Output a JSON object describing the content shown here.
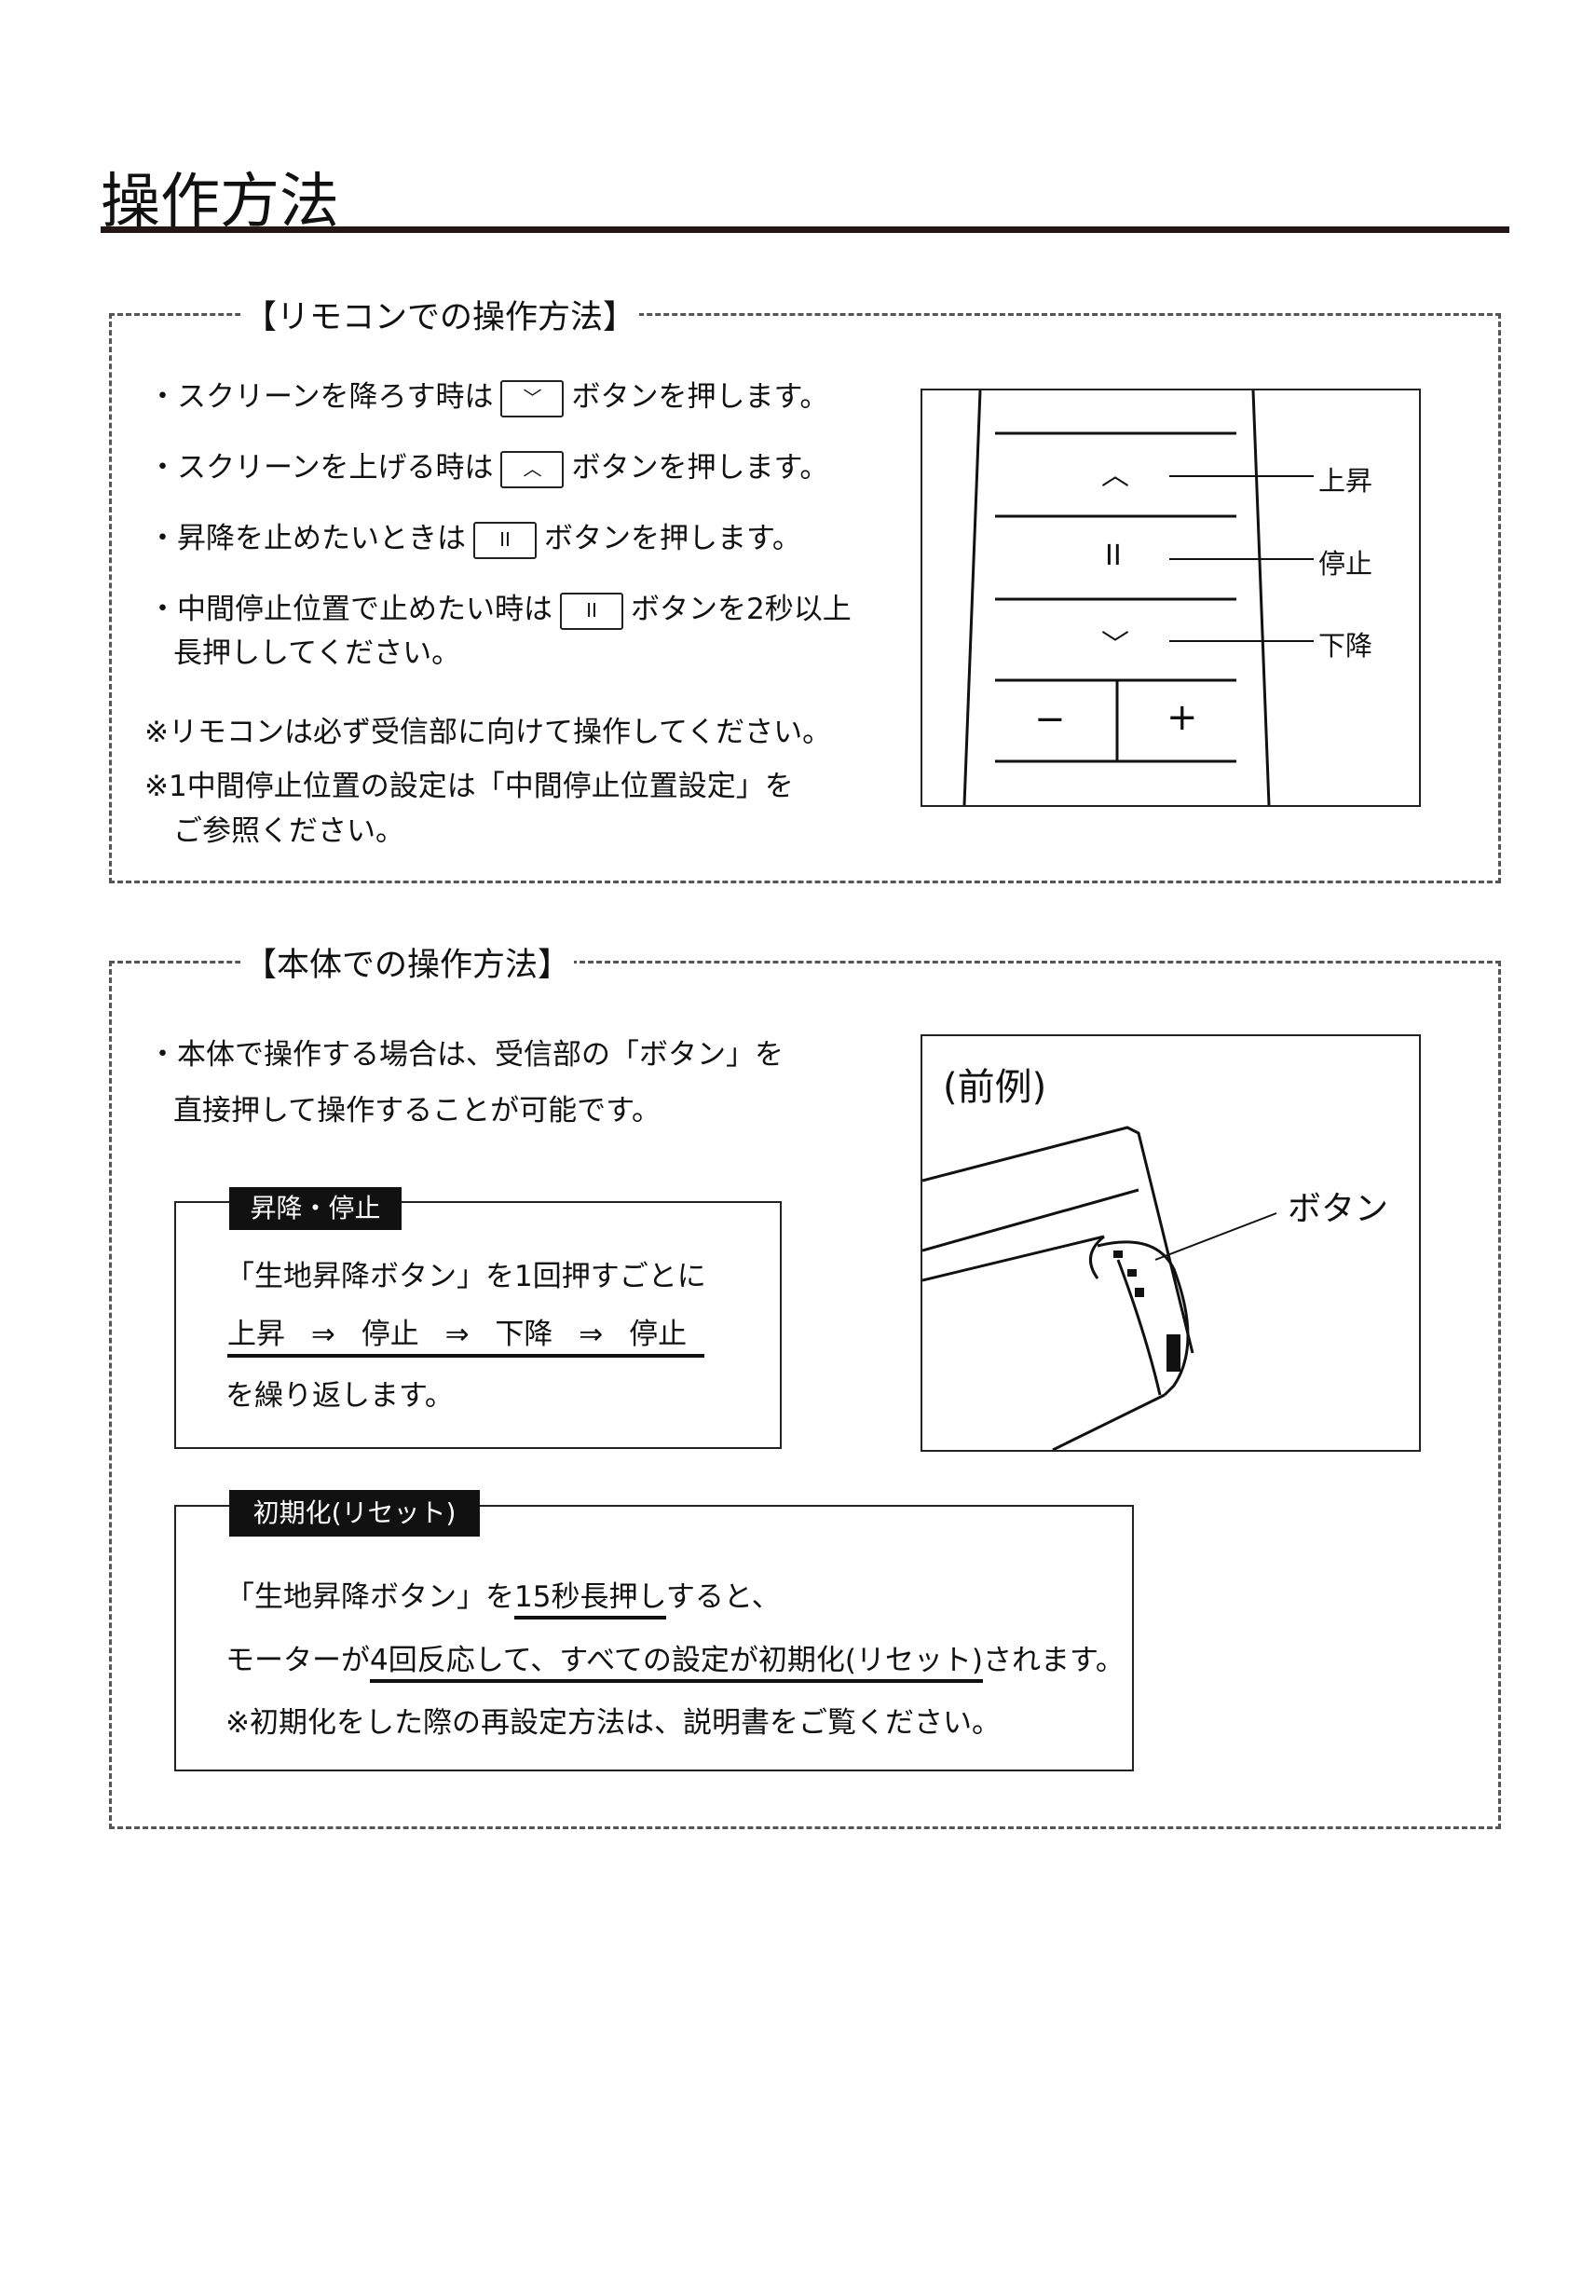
{
  "title": "操作方法",
  "remote_section": {
    "heading": "【リモコンでの操作方法】",
    "items": [
      {
        "pre": "・スクリーンを降ろす時は",
        "btn": "﹀",
        "post": "ボタンを押します。"
      },
      {
        "pre": "・スクリーンを上げる時は",
        "btn": "︿",
        "post": "ボタンを押します。"
      },
      {
        "pre": "・昇降を止めたいときは",
        "btn": "II",
        "post": "ボタンを押します。"
      },
      {
        "pre": "・中間停止位置で止めたい時は",
        "btn": "II",
        "post": "ボタンを2秒以上",
        "cont": "長押ししてください。"
      }
    ],
    "notes": [
      "※リモコンは必ず受信部に向けて操作してください。",
      "※1中間停止位置の設定は「中間停止位置設定」を",
      "ご参照ください。"
    ],
    "figure": {
      "up_label": "上昇",
      "stop_label": "停止",
      "down_label": "下降",
      "up_glyph": "︿",
      "stop_glyph": "II",
      "down_glyph": "﹀",
      "minus": "−",
      "plus": "+"
    }
  },
  "body_section": {
    "heading": "【本体での操作方法】",
    "intro": [
      "・本体で操作する場合は、受信部の「ボタン」を",
      "直接押して操作することが可能です。"
    ],
    "figure": {
      "caption": "(前例)",
      "button_label": "ボタン"
    },
    "box1": {
      "label": "昇降・停止",
      "line1": "「生地昇降ボタン」を1回押すごとに",
      "sequence": [
        "上昇",
        "停止",
        "下降",
        "停止"
      ],
      "arrow": "⇒",
      "line3": "を繰り返します。"
    },
    "box2": {
      "label": "初期化(リセット)",
      "line1_a": "「生地昇降ボタン」を",
      "line1_u": "15秒長押し",
      "line1_b": "すると、",
      "line2_a": "モーターが",
      "line2_u": "4回反応して、すべての設定が初期化(リセット)",
      "line2_b": "されます。",
      "line3": "※初期化をした際の再設定方法は、説明書をご覧ください。"
    }
  }
}
